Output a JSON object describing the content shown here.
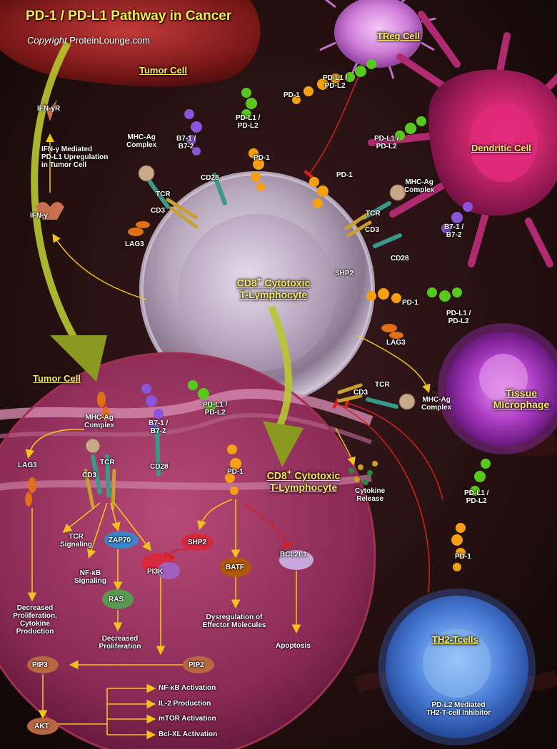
{
  "header": {
    "title": "PD-1 / PD-L1 Pathway in Cancer",
    "copyright_word": "Copyright",
    "copyright_site": "ProteinLounge.com"
  },
  "cells": {
    "tumor_top": "Tumor Cell",
    "treg": "TReg Cell",
    "dendritic": "Dendritic Cell",
    "cd8_center_a": "CD8",
    "cd8_center_sup": "+",
    "cd8_center_b": " Cytotoxic",
    "cd8_center_c": "T-Lymphocyte",
    "tissue_a": "Tissue",
    "tissue_b": "Microphage",
    "tumor_inset": "Tumor Cell",
    "cd8_inset_a": "CD8",
    "cd8_inset_sup": "+",
    "cd8_inset_b": " Cytotoxic",
    "cd8_inset_c": "T-Lymphocyte",
    "th2": "TH2-Tcells"
  },
  "labels": {
    "ifngr": "IFN-γR",
    "ifng_text_1": "IFN-γ Mediated",
    "ifng_text_2": "PD-L1 Upregulation",
    "ifng_text_3": "in Tumor Cell",
    "ifng": "IFN-γ",
    "mhc_top_1": "MHC-Ag",
    "mhc_top_2": "Complex",
    "b7_top_1": "B7-1 /",
    "b7_top_2": "B7-2",
    "cd28_top": "CD28",
    "pdl1_top_1": "PD-L1 /",
    "pdl1_top_2": "PD-L2",
    "pd1_top": "PD-1",
    "tcr_top": "TCR",
    "cd3_top": "CD3",
    "lag3_top": "LAG3",
    "pd1_treg": "PD-1",
    "pdl1_treg_1": "PD-L1 /",
    "pdl1_treg_2": "PD-L2",
    "pdl1_dc_1": "PD-L1 /",
    "pdl1_dc_2": "PD-L2",
    "pd1_dc": "PD-1",
    "mhc_dc_1": "MHC-Ag",
    "mhc_dc_2": "Complex",
    "tcr_dc": "TCR",
    "cd3_dc": "CD3",
    "b7_dc_1": "B7-1 /",
    "b7_dc_2": "B7-2",
    "cd28_dc": "CD28",
    "shp2_top": "SHP2",
    "pd1_right": "PD-1",
    "pdl1_right_1": "PD-L1 /",
    "pdl1_right_2": "PD-L2",
    "lag3_right": "LAG3",
    "tcr_right": "TCR",
    "cd3_right": "CD3",
    "mhc_right_1": "MHC-Ag",
    "mhc_right_2": "Complex",
    "pdl1_th2_1": "PD-L1 /",
    "pdl1_th2_2": "PD-L2",
    "pd1_th2": "PD-1",
    "th2_text_1": "PD-L2 Mediated",
    "th2_text_2": "TH2-T-cell Inhibitor",
    "cytokine_1": "Cytokine",
    "cytokine_2": "Release",
    "mhc_in_1": "MHC-Ag",
    "mhc_in_2": "Complex",
    "b7_in_1": "B7-1 /",
    "b7_in_2": "B7-2",
    "pdl1_in_1": "PD-L1 /",
    "pdl1_in_2": "PD-L2",
    "lag3_in": "LAG3",
    "tcr_in": "TCR",
    "cd3_in": "CD3",
    "cd28_in": "CD28",
    "pd1_in": "PD-1",
    "tcr_sig_1": "TCR",
    "tcr_sig_2": "Signaling",
    "zap70": "ZAP70",
    "nfkb_sig_1": "NF-κB",
    "nfkb_sig_2": "Signaling",
    "pi3k": "PI3K",
    "shp2_in": "SHP2",
    "batf": "BATF",
    "bcl2l1": "BCL2L1",
    "ras": "RAS",
    "dec_prolif_1": "Decreased",
    "dec_prolif_2": "Proliferation,",
    "dec_prolif_3": "Cytokine",
    "dec_prolif_4": "Production",
    "dec_prolif2_1": "Decreased",
    "dec_prolif2_2": "Proliferation",
    "dysreg_1": "Dysregulation of",
    "dysreg_2": "Effector Molecules",
    "apoptosis": "Apoptosis",
    "pip3": "PIP3",
    "pip2": "PIP2",
    "akt": "AKT",
    "out_nfkb": "NF-κB Activation",
    "out_il2": "IL-2 Production",
    "out_mtor": "mTOR Activation",
    "out_bclxl": "Bcl-XL Activation"
  },
  "colors": {
    "title": "#f3ea50",
    "cell_title": "#f5e860",
    "label": "#ffffff",
    "arrow_yellow": "#f2c21c",
    "inhibit_red": "#d42020",
    "pd1_orange": "#f5a010",
    "pdl1_green": "#58c81e",
    "b7_purple": "#8a55d8"
  }
}
